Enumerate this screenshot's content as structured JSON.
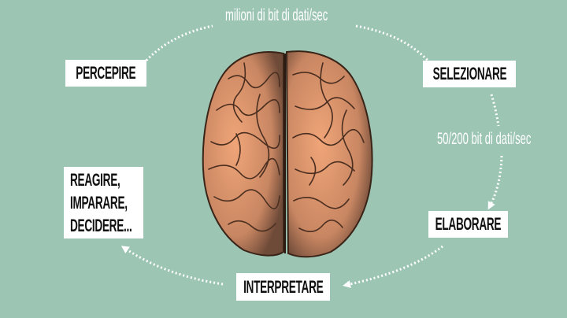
{
  "steps": {
    "percepire": "PERCEPIRE",
    "selezionare": "SELEZIONARE",
    "elaborare": "ELABORARE",
    "interpretare": "INTERPRETARE",
    "reagire": [
      "REAGIRE,",
      "IMPARARE,",
      "DECIDERE..."
    ]
  },
  "rates": {
    "top": "milioni di bit di dati/sec",
    "right": "50/200 bit di dati/sec"
  },
  "colors": {
    "background": "#9cc5b4",
    "brain": "#d9956c",
    "arrow": "#ffffff"
  }
}
